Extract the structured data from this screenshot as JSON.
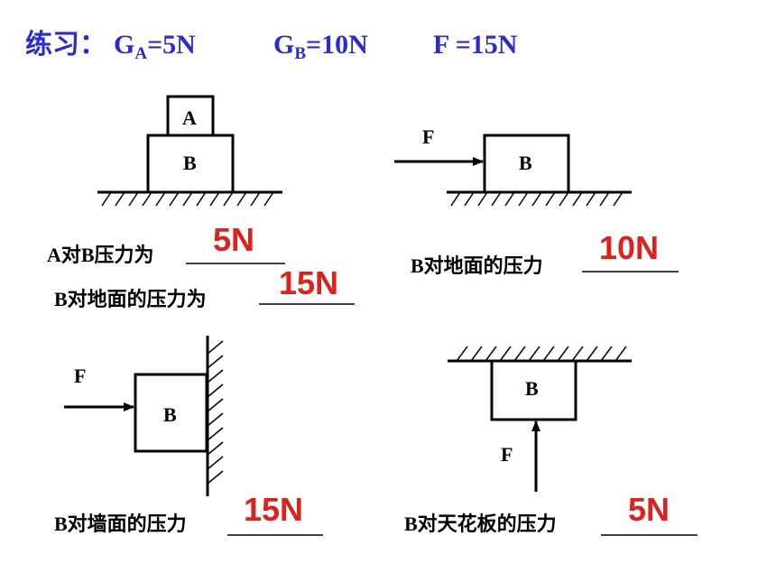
{
  "title": {
    "prefix": "练习：",
    "ga_g": "G",
    "ga_sub": "A",
    "ga_val": "=5N",
    "gb_g": "G",
    "gb_sub": "B",
    "gb_val": "=10N",
    "f": "F =15N"
  },
  "labels": {
    "a": "A",
    "b": "B",
    "f": "F"
  },
  "questions": [
    {
      "text": "A对B压力为",
      "answer": "5N"
    },
    {
      "text": "B对地面的压力为",
      "answer": "15N"
    },
    {
      "text": "B对地面的压力",
      "answer": "10N"
    },
    {
      "text": "B对墙面的压力",
      "answer": "15N"
    },
    {
      "text": "B对天花板的压力",
      "answer": "5N"
    }
  ]
}
